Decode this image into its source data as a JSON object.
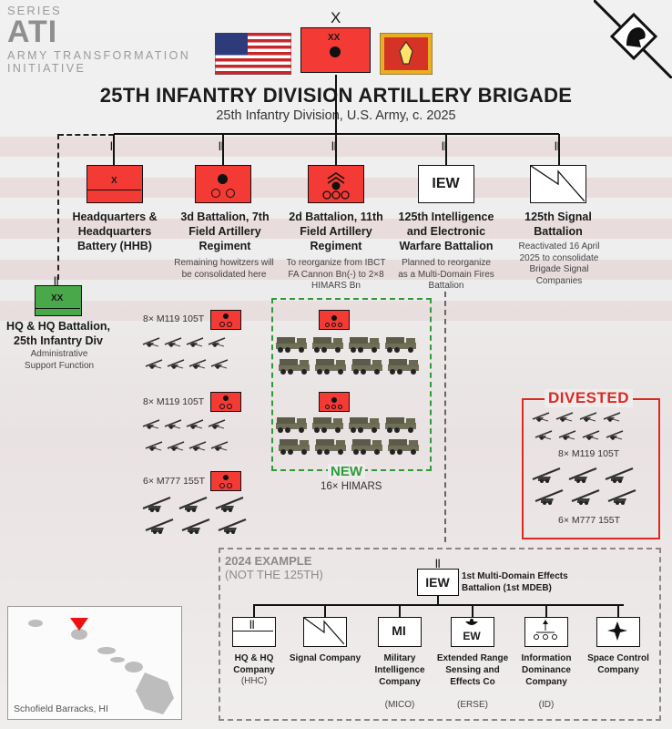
{
  "header": {
    "series": "SERIES",
    "ati": "ATI",
    "ati_sub": "ARMY TRANSFORMATION INITIATIVE",
    "title": "25TH INFANTRY DIVISION ARTILLERY BRIGADE",
    "subtitle": "25th Infantry Division, U.S. Army, c. 2025",
    "top_symbol": {
      "size": "X",
      "echelon": "XX"
    }
  },
  "units": {
    "hhb": {
      "symbol": "X",
      "label": "Headquarters & Headquarters Battery (HHB)"
    },
    "bn3": {
      "label": "3d Battalion, 7th Field Artillery Regiment",
      "note": "Remaining howitzers will be consolidated here"
    },
    "bn2": {
      "label": "2d Battalion, 11th Field Artillery Regiment",
      "note": "To reorganize from IBCT FA Cannon Bn(-) to 2×8 HIMARS Bn"
    },
    "iew": {
      "symbol": "IEW",
      "label": "125th Intelligence and Electronic Warfare Battalion",
      "note": "Planned to reorganize as a Multi-Domain Fires Battalion"
    },
    "signal": {
      "label": "125th Signal Battalion",
      "note": "Reactivated 16 April 2025 to consolidate Brigade Signal Companies"
    },
    "hqdiv": {
      "symbol": "XX",
      "label": "HQ & HQ Battalion, 25th Infantry Div",
      "note": "Administrative Support Function"
    }
  },
  "batteries": {
    "b1": "8× M119 105T",
    "b2": "8× M119 105T",
    "b3": "6× M777 155T"
  },
  "new": {
    "label": "NEW",
    "sub": "16× HIMARS"
  },
  "divested": {
    "title": "DIVESTED",
    "a": "8× M119 105T",
    "b": "6× M777 155T"
  },
  "example": {
    "title": "2024 EXAMPLE",
    "subtitle": "(NOT THE 125TH)",
    "parent_symbol": "IEW",
    "parent_label": "1st Multi-Domain Effects Battalion (1st MDEB)",
    "companies": [
      {
        "name": "HQ & HQ Company",
        "abbr": "(HHC)"
      },
      {
        "name": "Signal Company",
        "abbr": ""
      },
      {
        "name": "Military Intelligence Company",
        "abbr": "(MICO)",
        "symbol": "MI"
      },
      {
        "name": "Extended Range Sensing and Effects Co",
        "abbr": "(ERSE)",
        "symbol": "EW"
      },
      {
        "name": "Information Dominance Company",
        "abbr": "(ID)"
      },
      {
        "name": "Space Control Company",
        "abbr": ""
      }
    ]
  },
  "map": {
    "label": "Schofield Barracks, HI"
  },
  "colors": {
    "red": "#f33a35",
    "green": "#49a84a",
    "divested": "#d92b24",
    "new": "#2f9a3a"
  }
}
